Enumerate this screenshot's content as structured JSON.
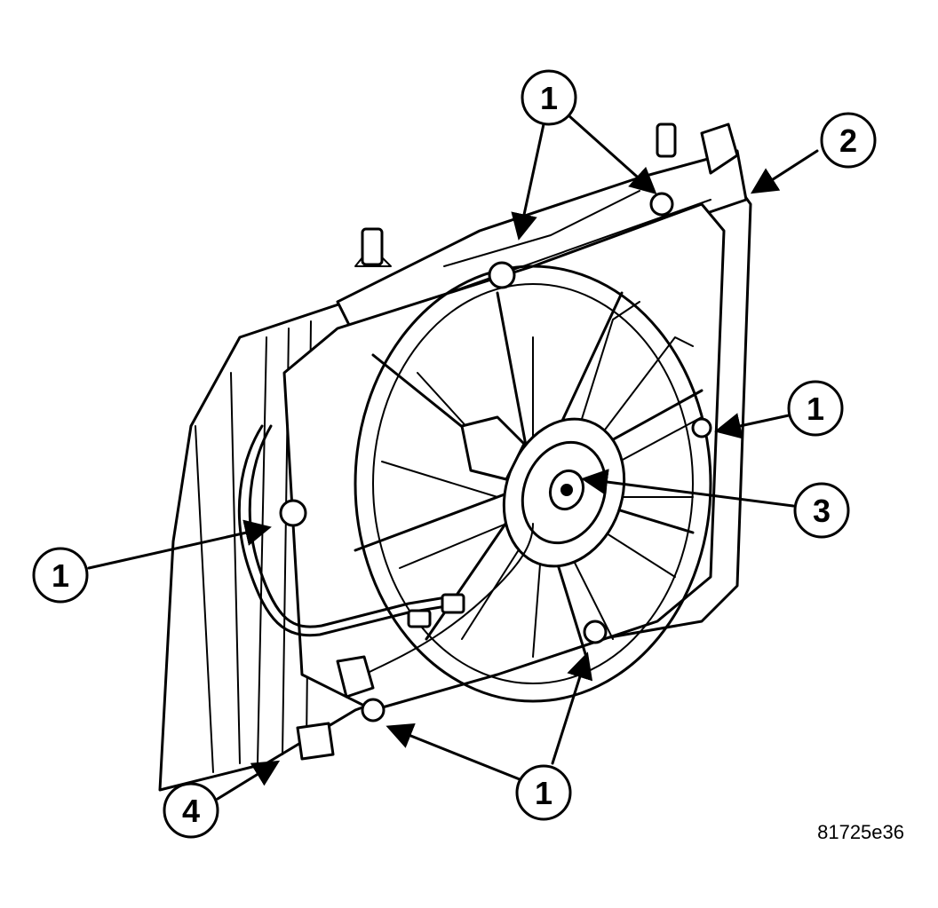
{
  "figure": {
    "id": "81725e36"
  },
  "callouts": [
    {
      "label": "1"
    },
    {
      "label": "2"
    },
    {
      "label": "1"
    },
    {
      "label": "3"
    },
    {
      "label": "1"
    },
    {
      "label": "1"
    },
    {
      "label": "4"
    }
  ]
}
